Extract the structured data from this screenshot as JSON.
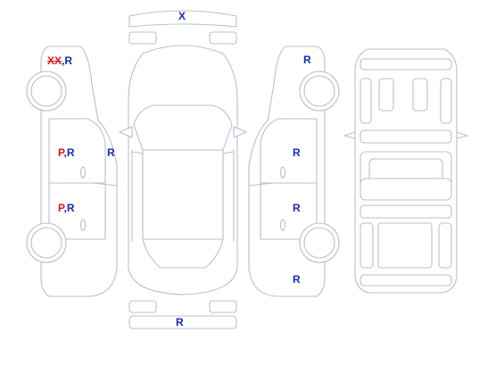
{
  "colors": {
    "outline": "#b7c0cf",
    "repair": "#1a2bb0",
    "damage": "#e0141e"
  },
  "marks": {
    "front_bumper": "X",
    "left_front_fender": [
      {
        "text": "XX",
        "color": "damage",
        "strike": true
      },
      {
        "text": ",",
        "color": "repair"
      },
      {
        "text": "R",
        "color": "repair"
      }
    ],
    "left_front_door": [
      {
        "text": "P",
        "color": "damage"
      },
      {
        "text": ",",
        "color": "repair"
      },
      {
        "text": "R",
        "color": "repair"
      }
    ],
    "left_rear_door": [
      {
        "text": "P",
        "color": "damage"
      },
      {
        "text": ",",
        "color": "repair"
      },
      {
        "text": "R",
        "color": "repair"
      }
    ],
    "left_pillar": "R",
    "right_front_fender": "R",
    "right_front_door": "R",
    "right_rear_door": "R",
    "right_rear_quarter": "R",
    "rear_bumper": "R"
  }
}
